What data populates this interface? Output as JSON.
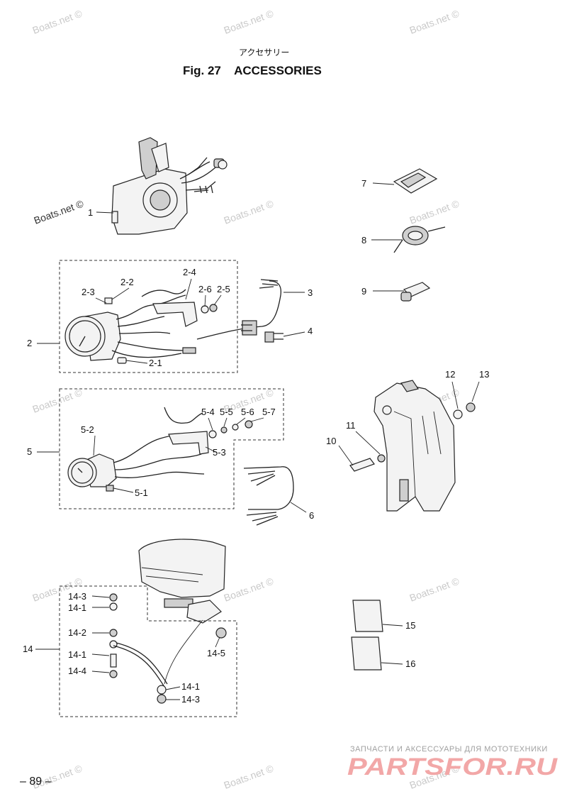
{
  "header": {
    "title_jp": "アクセサリー",
    "title_en": "Fig. 27    ACCESSORIES"
  },
  "callouts": {
    "c1": "1",
    "c2": "2",
    "c2_1": "2-1",
    "c2_2": "2-2",
    "c2_3": "2-3",
    "c2_4": "2-4",
    "c2_5": "2-5",
    "c2_6": "2-6",
    "c3": "3",
    "c4": "4",
    "c5": "5",
    "c5_1": "5-1",
    "c5_2": "5-2",
    "c5_3": "5-3",
    "c5_4": "5-4",
    "c5_5": "5-5",
    "c5_6": "5-6",
    "c5_7": "5-7",
    "c6": "6",
    "c7": "7",
    "c8": "8",
    "c9": "9",
    "c10": "10",
    "c11": "11",
    "c12": "12",
    "c13": "13",
    "c14": "14",
    "c14_1a": "14-1",
    "c14_1b": "14-1",
    "c14_1c": "14-1",
    "c14_2": "14-2",
    "c14_3a": "14-3",
    "c14_3b": "14-3",
    "c14_4": "14-4",
    "c14_5": "14-5",
    "c15": "15",
    "c16": "16"
  },
  "watermark": {
    "text": "Boats.net ©"
  },
  "footer": {
    "page_number": "– 89 –",
    "banner_small": "ЗАПЧАСТИ И АКСЕССУАРЫ ДЛЯ МОТОТЕХНИКИ",
    "banner_logo": "PARTSFOR.RU"
  }
}
